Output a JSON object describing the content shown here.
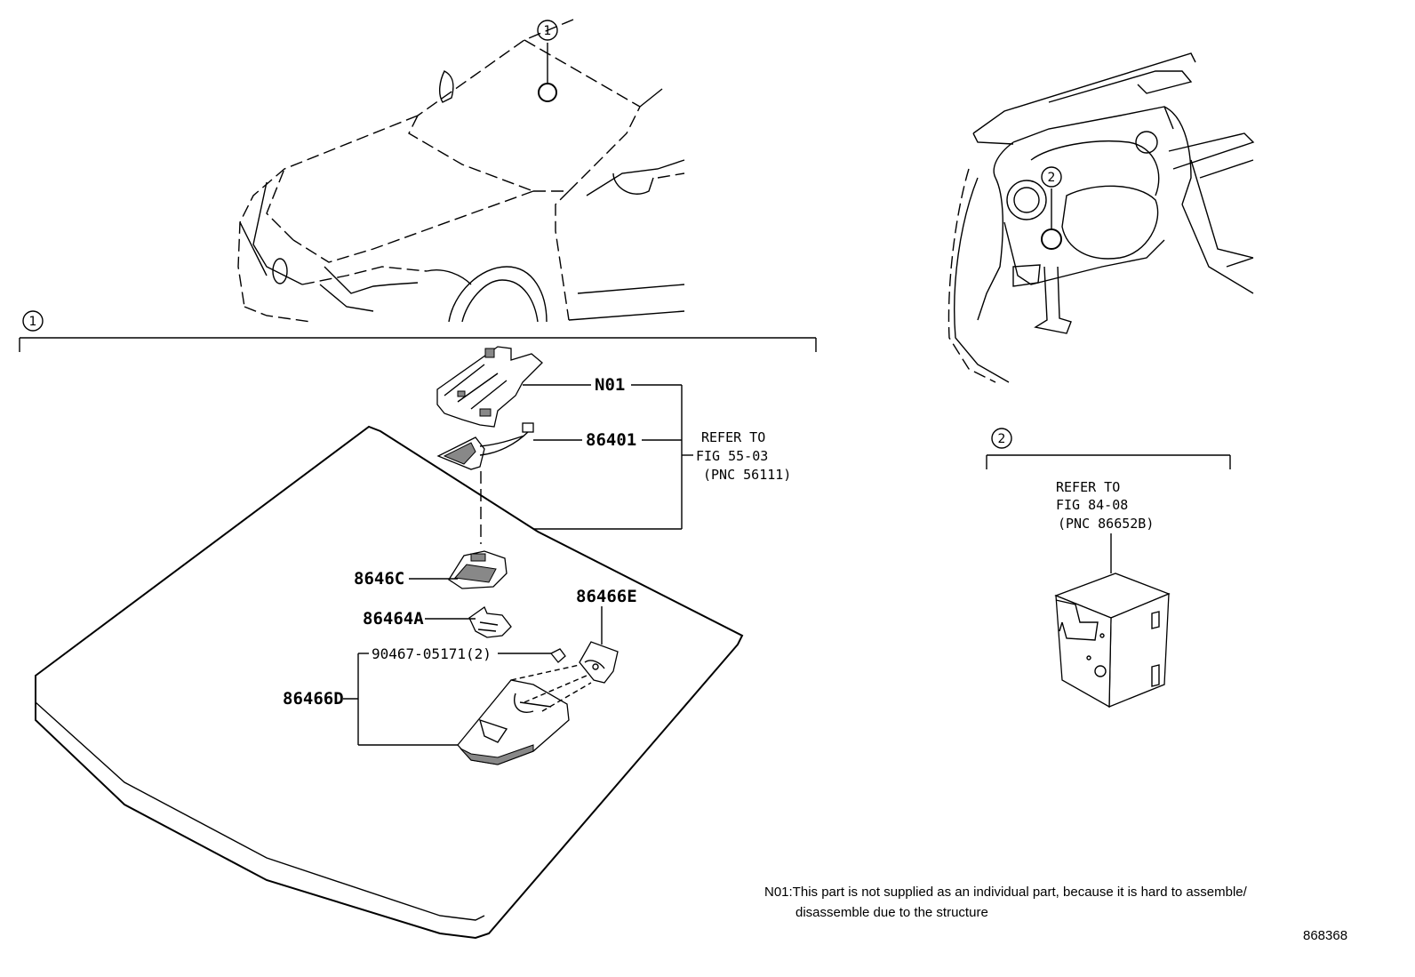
{
  "callouts": {
    "one": "1",
    "two": "2"
  },
  "parts": {
    "n01": "N01",
    "p86401": "86401",
    "p8646c": "8646C",
    "p86464a": "86464A",
    "p86466e": "86466E",
    "p90467": "90467-05171(2)",
    "p86466d": "86466D"
  },
  "refer_1": {
    "line1": "REFER TO",
    "line2": "FIG 55-03",
    "line3": "(PNC 56111)"
  },
  "refer_2": {
    "line1": "REFER TO",
    "line2": "FIG 84-08",
    "line3": "(PNC 86652B)"
  },
  "note": {
    "line1": "N01:This part is not supplied as an individual part, because it is hard to assemble/",
    "line2": "disassemble due to the structure"
  },
  "doc_id": "868368"
}
